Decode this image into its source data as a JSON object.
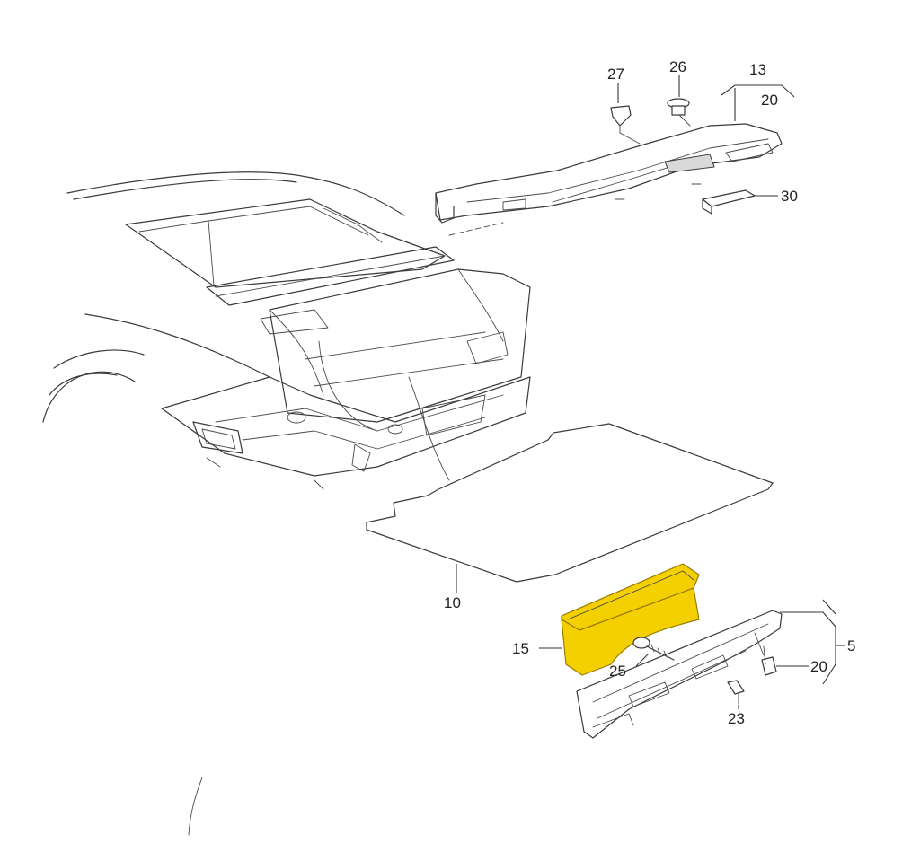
{
  "diagram": {
    "highlight_color": "#f5d000",
    "highlight_stroke": "#9a7d00",
    "labels": {
      "p27": "27",
      "p26": "26",
      "p13": "13",
      "p20_top": "20",
      "p30": "30",
      "p10": "10",
      "p15": "15",
      "p25": "25",
      "p5": "5",
      "p20_bottom": "20",
      "p23": "23"
    }
  }
}
